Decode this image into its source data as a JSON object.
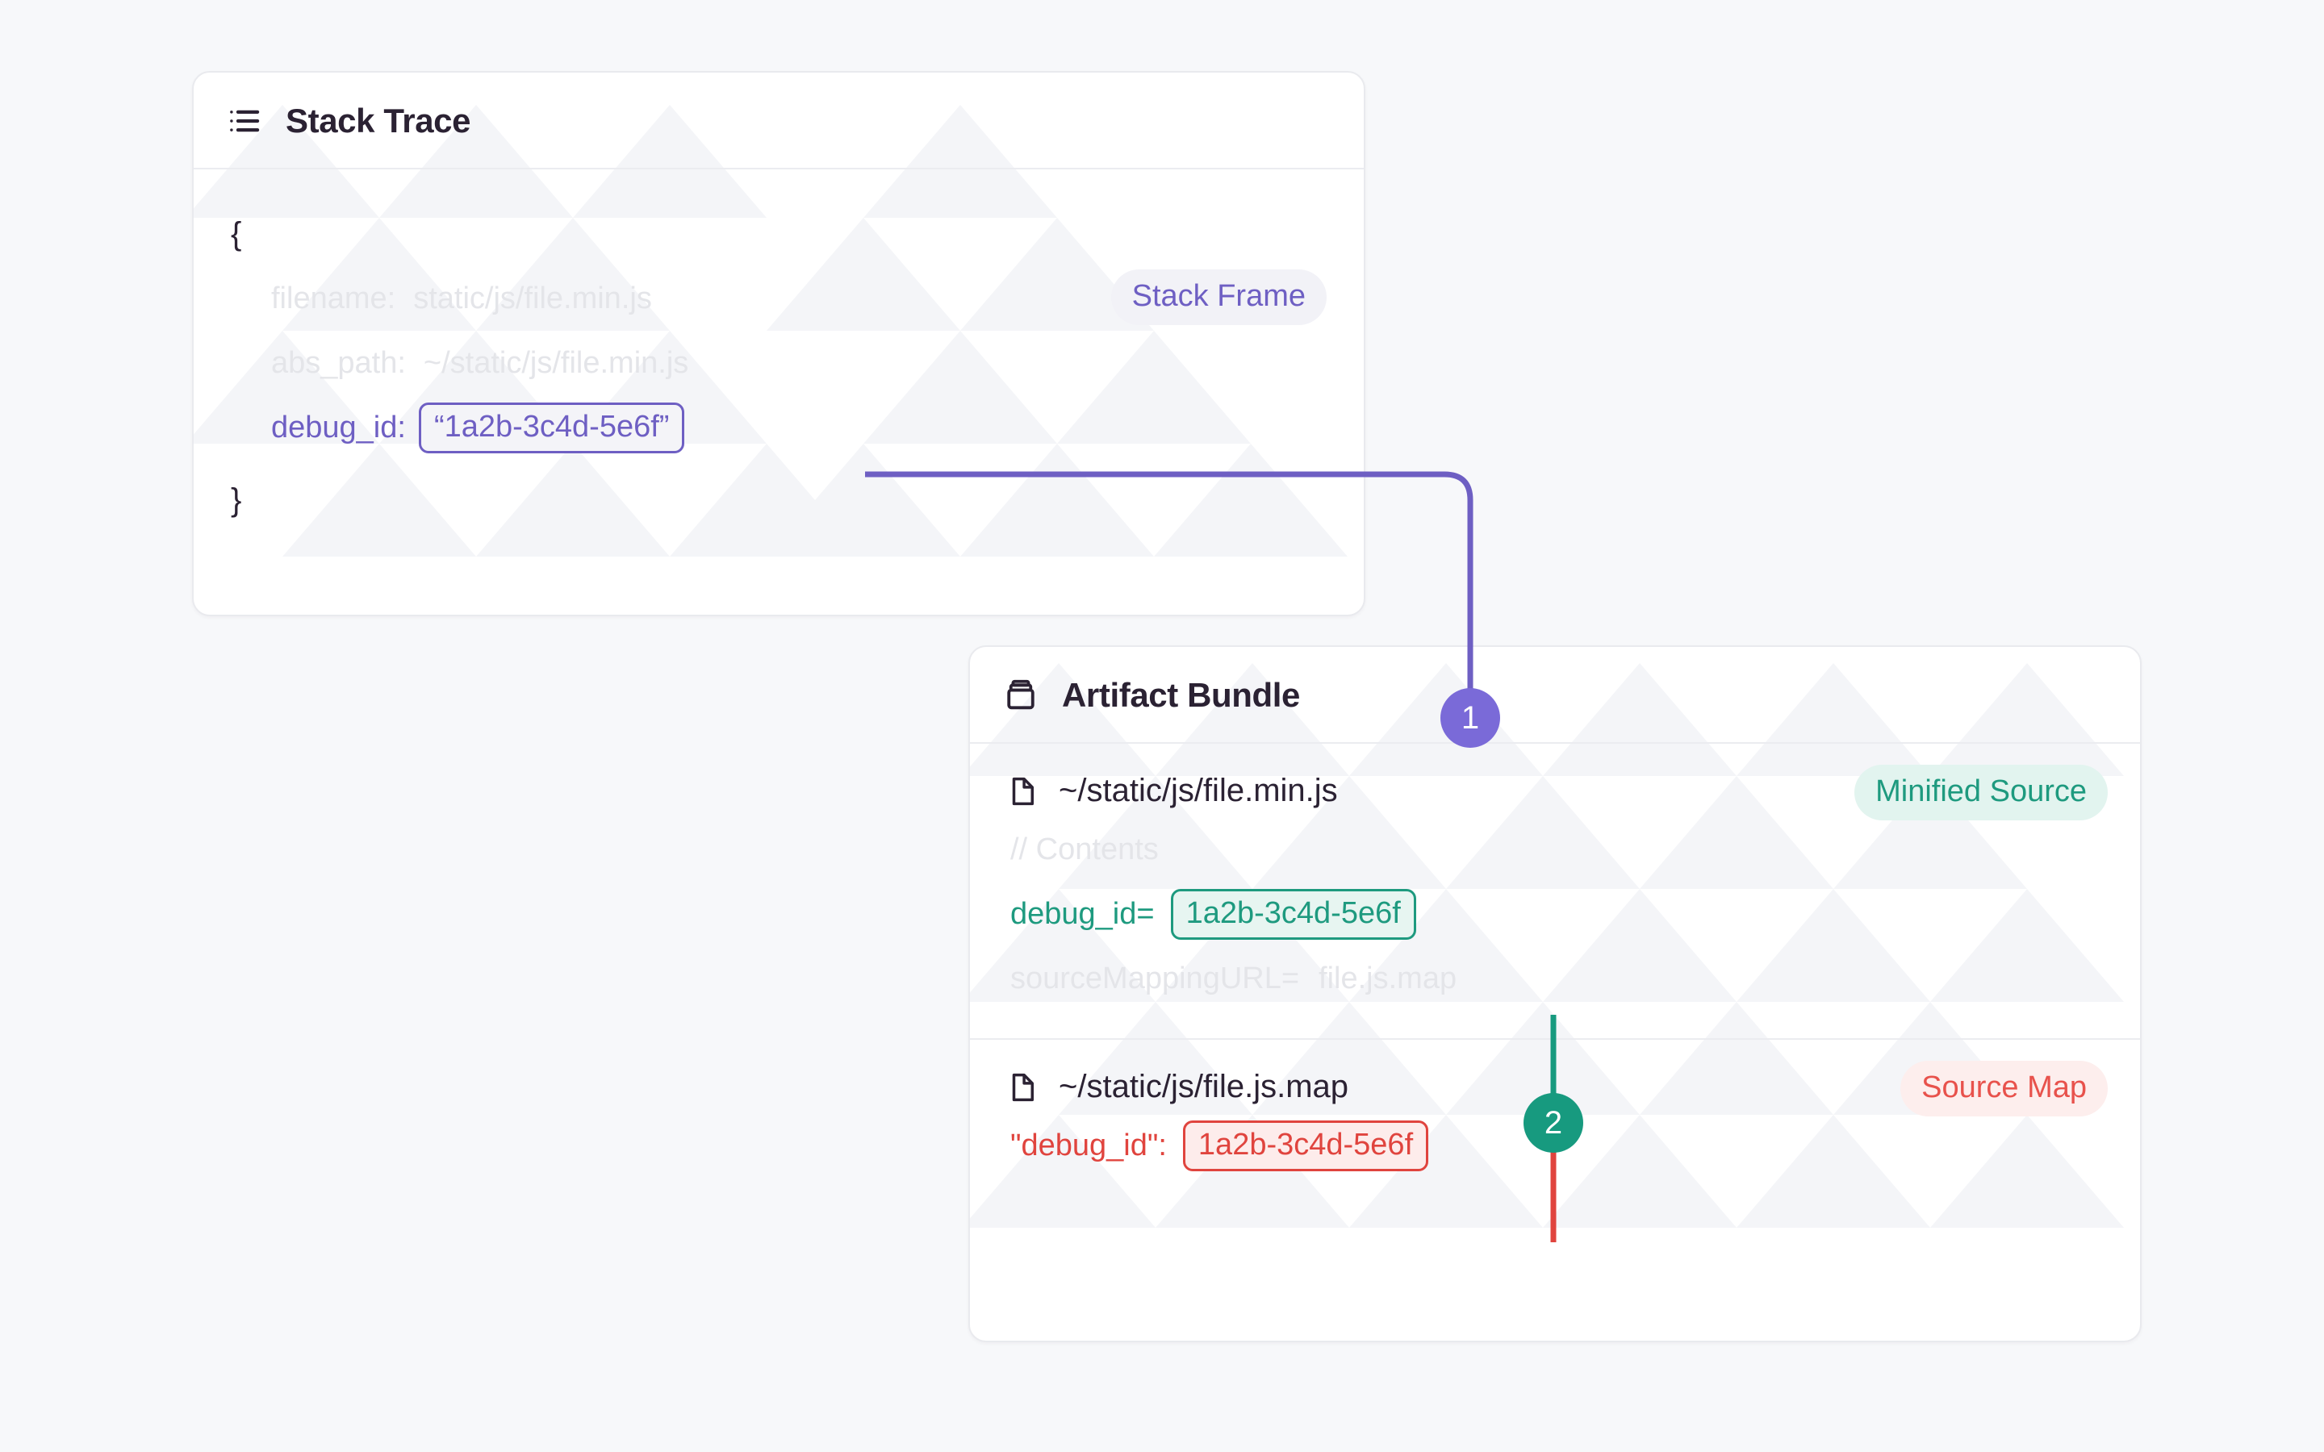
{
  "background_color": "#f7f8fa",
  "stack_trace_card": {
    "icon": "list-icon",
    "title": "Stack Trace",
    "badge": {
      "label": "Stack Frame",
      "color": "#6e5fc3",
      "background": "#f2f2f7"
    },
    "open_brace": "{",
    "close_brace": "}",
    "fields": [
      {
        "key": "filename:",
        "value": "static/js/file.min.js",
        "style": "muted"
      },
      {
        "key": "abs_path:",
        "value": "~/static/js/file.min.js",
        "style": "muted"
      },
      {
        "key": "debug_id:",
        "value": "“1a2b-3c4d-5e6f”",
        "style": "highlight-purple"
      }
    ]
  },
  "artifact_bundle_card": {
    "icon": "archive-icon",
    "title": "Artifact Bundle",
    "rows": [
      {
        "file_icon": "file-icon",
        "filename": "~/static/js/file.min.js",
        "badge": {
          "label": "Minified Source",
          "color": "#1e9a7f",
          "background": "#e2f4ef"
        },
        "lines": [
          {
            "text": "// Contents",
            "style": "muted"
          },
          {
            "key": "debug_id=",
            "value": "1a2b-3c4d-5e6f",
            "style": "highlight-teal"
          },
          {
            "key": "sourceMappingURL=",
            "value": "file.js.map",
            "style": "muted"
          }
        ]
      },
      {
        "file_icon": "file-icon",
        "filename": "~/static/js/file.js.map",
        "badge": {
          "label": "Source Map",
          "color": "#e8524c",
          "background": "#fdeeed"
        },
        "lines": [
          {
            "key": "\"debug_id\":",
            "value": "1a2b-3c4d-5e6f",
            "style": "highlight-red"
          }
        ]
      }
    ]
  },
  "connectors": [
    {
      "name": "stack-frame-to-minified-source",
      "step": "1",
      "step_color": "#7a6ad8",
      "from_color": "#6e5fc3",
      "to_color": "#179a7f"
    },
    {
      "name": "minified-source-to-source-map",
      "step": "2",
      "step_color": "#179a7f",
      "from_color": "#179a7f",
      "to_color": "#e0443e"
    }
  ]
}
